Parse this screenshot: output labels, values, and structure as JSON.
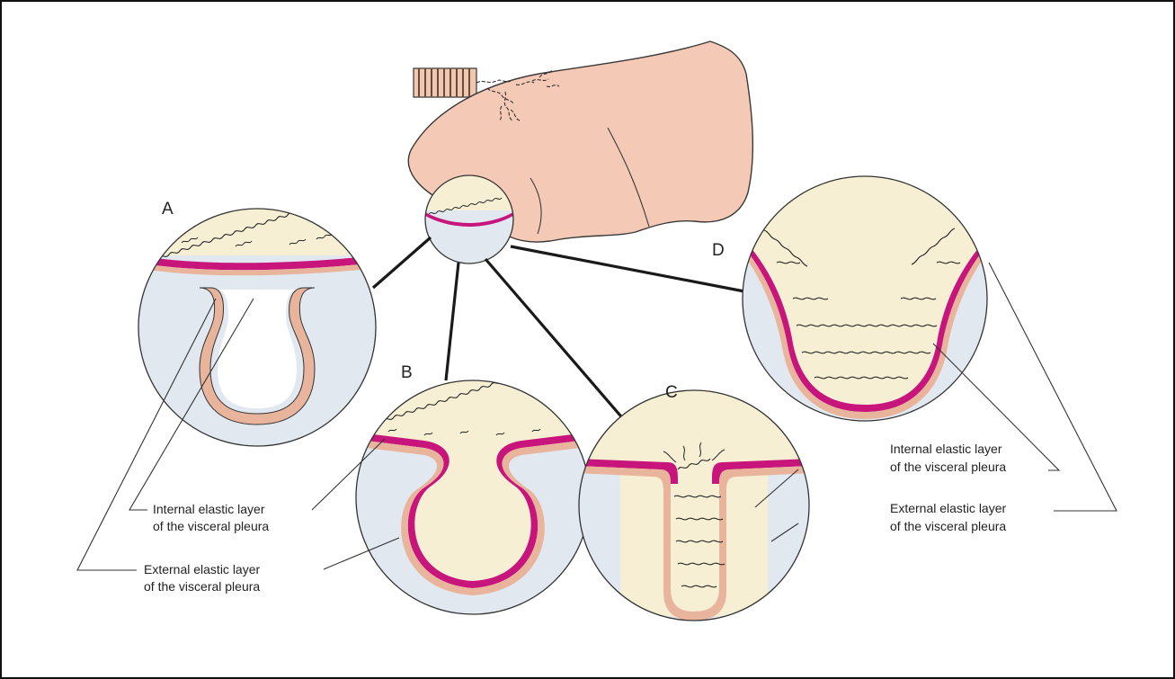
{
  "colors": {
    "lung": "#f4c9b5",
    "lung_outline": "#3a3a3a",
    "alveolar_fill": "#f6efd3",
    "pleural_space": "#e1e8f0",
    "internal_elastic": "#c8157c",
    "external_elastic": "#e9b49c",
    "outline": "#222222"
  },
  "icons": [
    "trachea-icon",
    "lung-lobe-icon",
    "magnifier-circle-icon"
  ],
  "panels": [
    {
      "letter": "A"
    },
    {
      "letter": "B"
    },
    {
      "letter": "C"
    },
    {
      "letter": "D"
    }
  ],
  "labels": {
    "left": {
      "internal": [
        "Internal elastic layer",
        "of the visceral pleura"
      ],
      "external": [
        "External elastic layer",
        "of the visceral pleura"
      ]
    },
    "right": {
      "internal": [
        "Internal elastic layer",
        "of the visceral pleura"
      ],
      "external": [
        "External elastic layer",
        "of the visceral pleura"
      ]
    }
  }
}
